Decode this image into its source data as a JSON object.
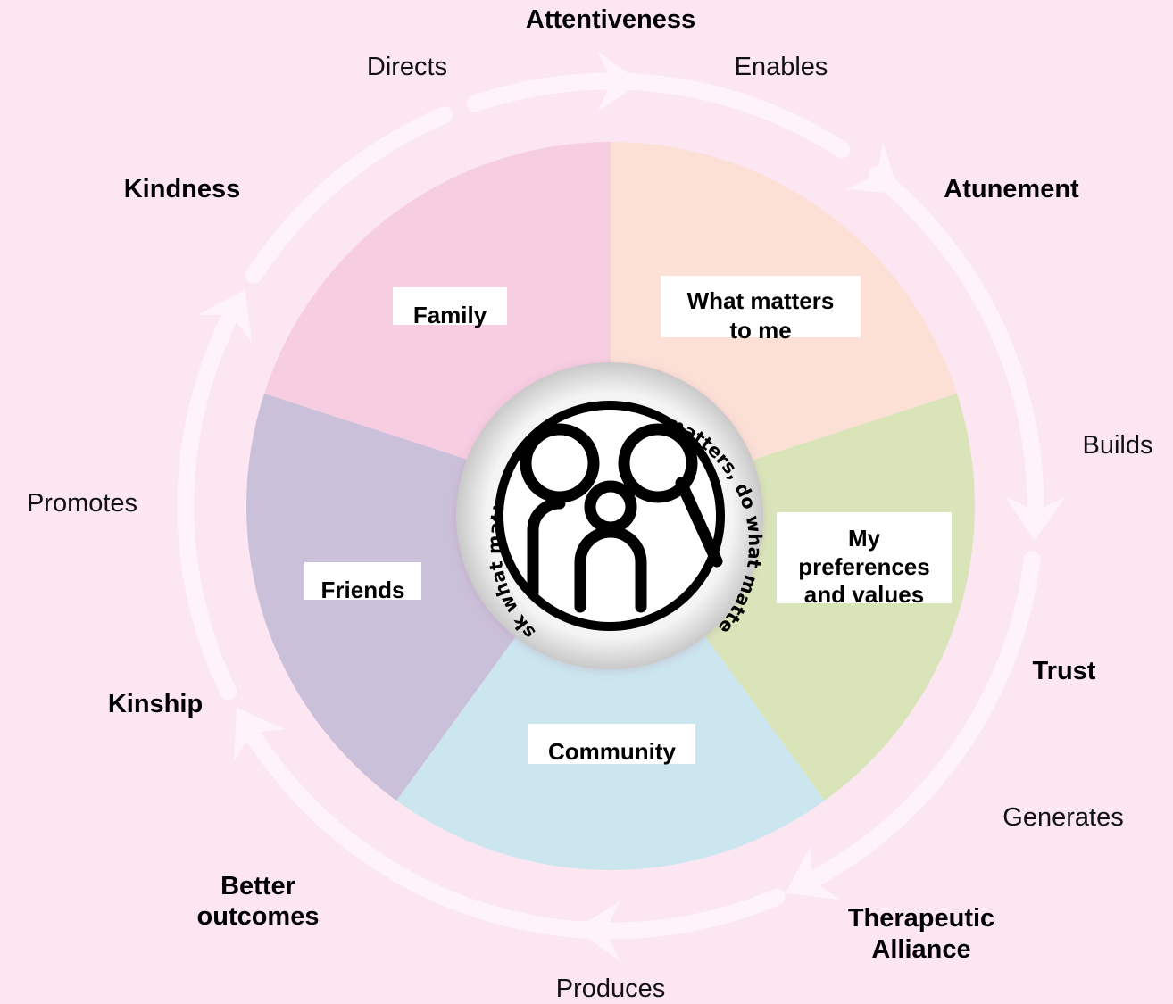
{
  "diagram": {
    "segments": [
      {
        "label": "What matters to me",
        "lines": [
          "What matters",
          "to me"
        ],
        "color": "#fce0d6"
      },
      {
        "label": "My preferences and values",
        "lines": [
          "My",
          "preferences",
          "and values"
        ],
        "color": "#d9e5b9"
      },
      {
        "label": "Community",
        "lines": [
          "Community"
        ],
        "color": "#cbe6ef"
      },
      {
        "label": "Friends",
        "lines": [
          "Friends"
        ],
        "color": "#cbc0d9"
      },
      {
        "label": "Family",
        "lines": [
          "Family"
        ],
        "color": "#f7cde2"
      }
    ],
    "center_motto": "Ask what matters, listen to what matters, do what matters",
    "center_icon": "family-icon",
    "cycle_stages": [
      {
        "text": "Attentiveness",
        "lines": [
          "Attentiveness"
        ]
      },
      {
        "text": "Atunement",
        "lines": [
          "Atunement"
        ]
      },
      {
        "text": "Trust",
        "lines": [
          "Trust"
        ]
      },
      {
        "text": "Therapeutic Alliance",
        "lines": [
          "Therapeutic",
          "Alliance"
        ]
      },
      {
        "text": "Better outcomes",
        "lines": [
          "Better",
          "outcomes"
        ]
      },
      {
        "text": "Kinship",
        "lines": [
          "Kinship"
        ]
      },
      {
        "text": "Kindness",
        "lines": [
          "Kindness"
        ]
      }
    ],
    "cycle_verbs": [
      "Enables",
      "Builds",
      "Generates",
      "Produces",
      "Promotes",
      "Directs"
    ],
    "colors": {
      "background": "#fbe6f1",
      "cycle_arrow": "#fdf3f8",
      "label_box": "#ffffff"
    }
  }
}
